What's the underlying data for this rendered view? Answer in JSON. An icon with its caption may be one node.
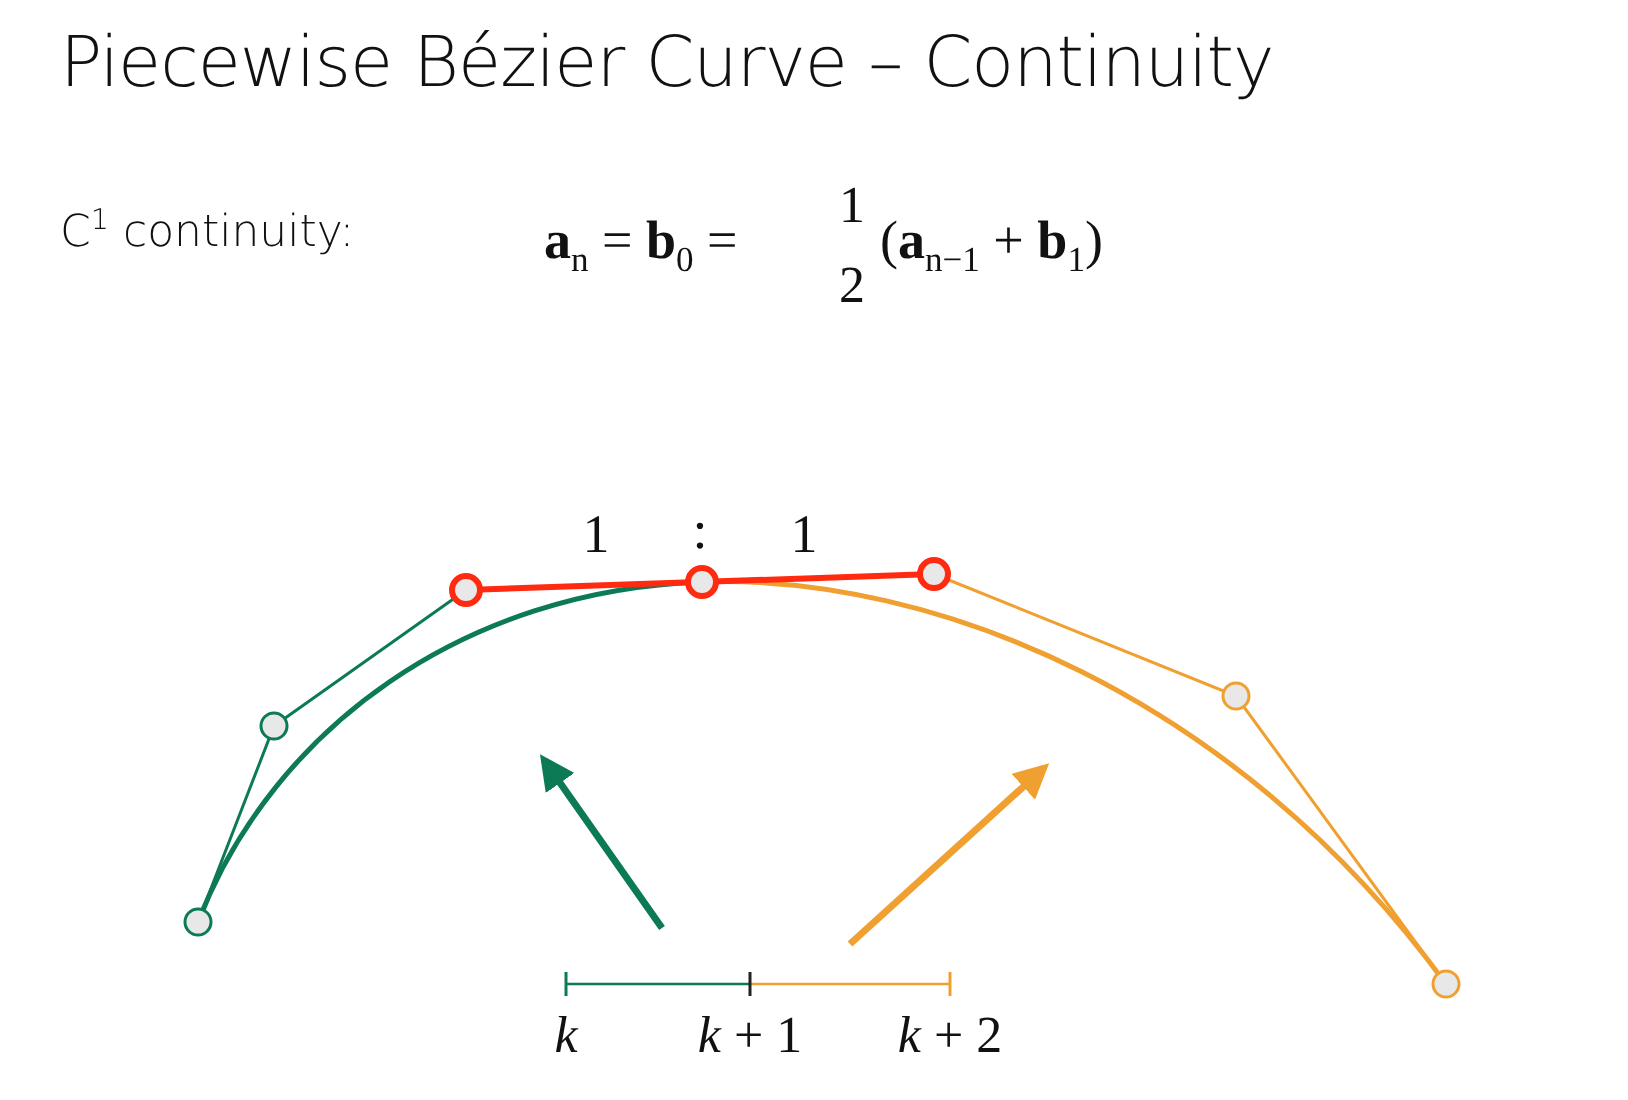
{
  "diagram": {
    "title": "Piecewise Bézier Curve – Continuity",
    "labels": [
      "C$^{1}$ continuity:",
      "**a**$_{n}$ = **b**$_{0}$ =",
      "1",
      "2",
      "(**a**$_{n−1}$ + **b**$_{1}$)",
      "1",
      ":",
      "1",
      "*k*",
      "*k* + 1",
      "*k* + 2"
    ]
  }
}
